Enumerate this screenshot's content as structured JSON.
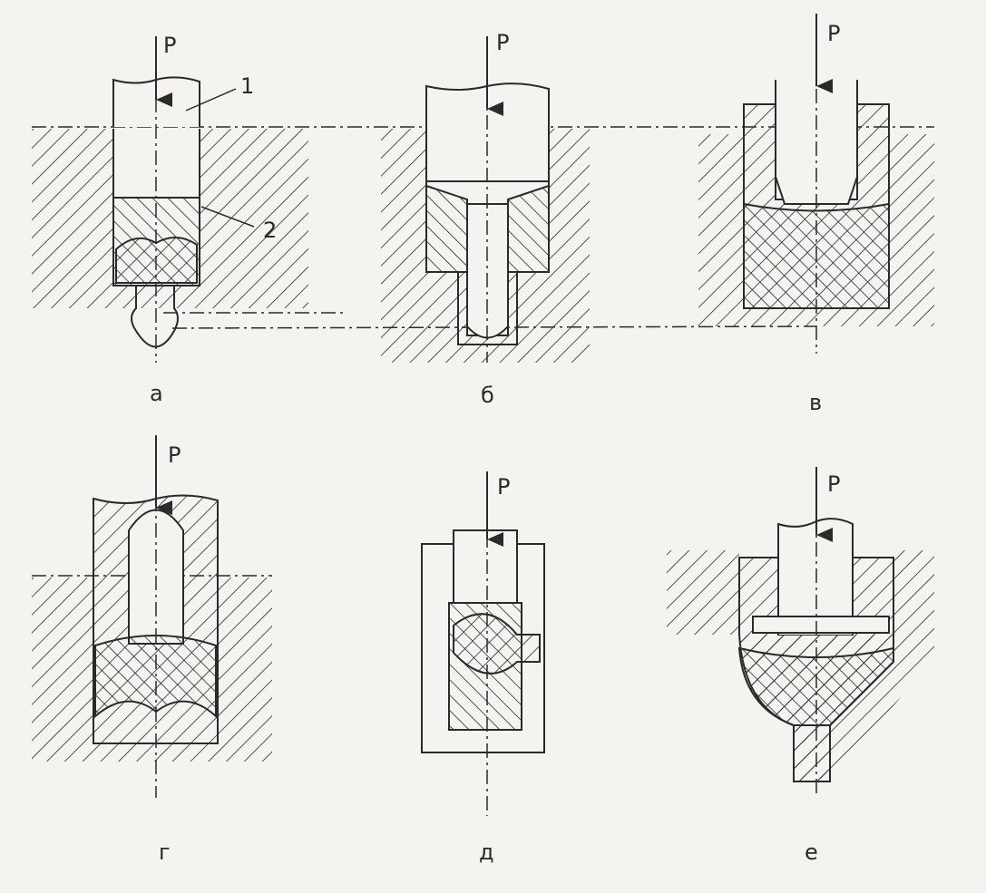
{
  "force_label": "P",
  "callouts": {
    "punch": "1",
    "billet": "2"
  },
  "panels": {
    "a": "а",
    "b": "б",
    "v": "в",
    "g": "г",
    "d": "д",
    "e": "е"
  },
  "colors": {
    "ink": "#2a2a2a",
    "paper": "#f4f3ef"
  }
}
